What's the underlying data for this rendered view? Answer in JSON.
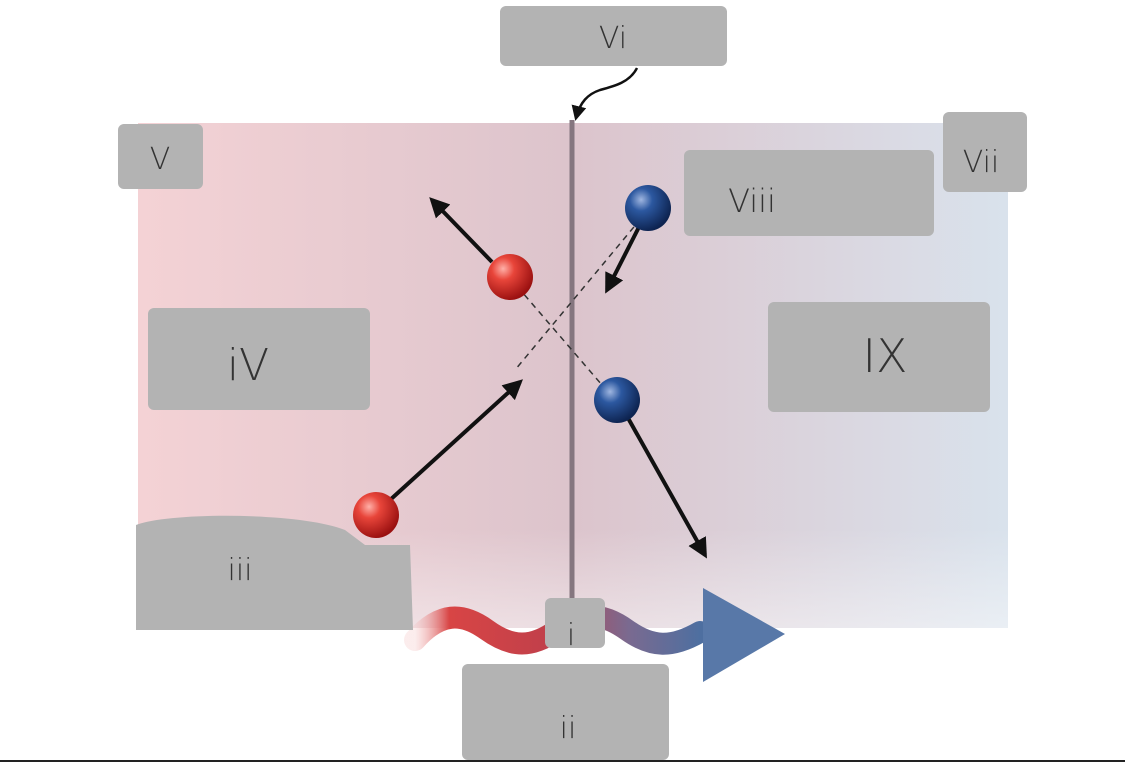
{
  "labels": {
    "i": "i",
    "ii": "ii",
    "iii": "iii",
    "iv": "iV",
    "v": "V",
    "vi": "Vi",
    "vii": "Vii",
    "viii": "Viii",
    "ix": "IX"
  },
  "colors": {
    "left_region": "#f2d0d3",
    "right_region": "#d8e0ea",
    "membrane": "#8a7a86",
    "red_particle": "#e0302c",
    "blue_particle": "#1f4a8a",
    "wave_red": "#d23a3a",
    "wave_blue": "#4e6fa0",
    "label_box": "#b5b5b5",
    "arrow": "#111111"
  }
}
